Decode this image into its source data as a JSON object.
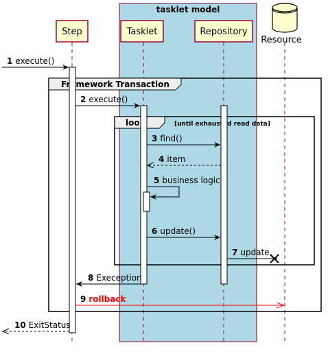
{
  "box": {
    "title": "tasklet model",
    "fill": "#ADD8E6",
    "border": "#800040"
  },
  "participants": [
    {
      "id": "step",
      "label": "Step"
    },
    {
      "id": "tasklet",
      "label": "Tasklet"
    },
    {
      "id": "repository",
      "label": "Repository"
    },
    {
      "id": "resource",
      "label": "Resource"
    }
  ],
  "fragments": {
    "transaction": {
      "label": "Framework Transaction"
    },
    "loop": {
      "keyword": "loop",
      "guard": "[until exhausted read data]"
    }
  },
  "messages": [
    {
      "num": "1",
      "text": "execute()"
    },
    {
      "num": "2",
      "text": "execute()"
    },
    {
      "num": "3",
      "text": "find()"
    },
    {
      "num": "4",
      "text": "item"
    },
    {
      "num": "5",
      "text": "business logic"
    },
    {
      "num": "6",
      "text": "update()"
    },
    {
      "num": "7",
      "text": "update"
    },
    {
      "num": "8",
      "text": "Exeception"
    },
    {
      "num": "9",
      "text": "rollback"
    },
    {
      "num": "10",
      "text": "ExitStatus"
    }
  ],
  "colors": {
    "participant_fill": "#FEFECE",
    "participant_border": "#A80036",
    "line": "#000000",
    "rollback": "#FF0000",
    "fragment_header": "#EEEEEE"
  }
}
